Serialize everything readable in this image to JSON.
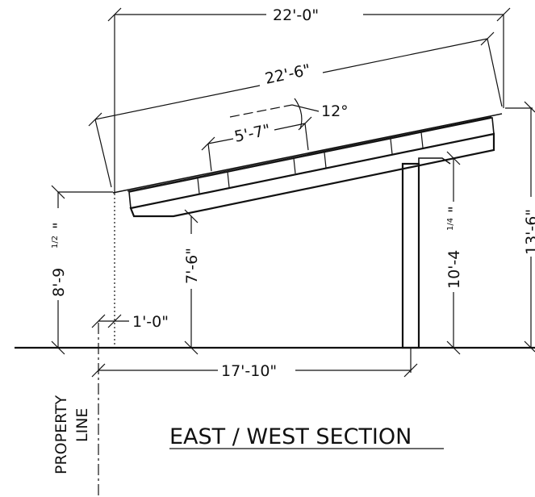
{
  "dimensions": {
    "overall_width": "22'-0\"",
    "rafter_length": "22'-6\"",
    "slope": "12°",
    "panel_width": "5'-7\"",
    "eave_height_main": "8'-9",
    "eave_height_frac": "1/2",
    "eave_clear": "7'-6\"",
    "post_height_main": "10'-4",
    "post_height_frac": "1/4",
    "ridge_height": "13'-6\"",
    "setback": "1'-0\"",
    "post_spacing": "17'-10\""
  },
  "labels": {
    "property_line_1": "PROPERTY",
    "property_line_2": "LINE",
    "section_title": "EAST / WEST SECTION"
  }
}
